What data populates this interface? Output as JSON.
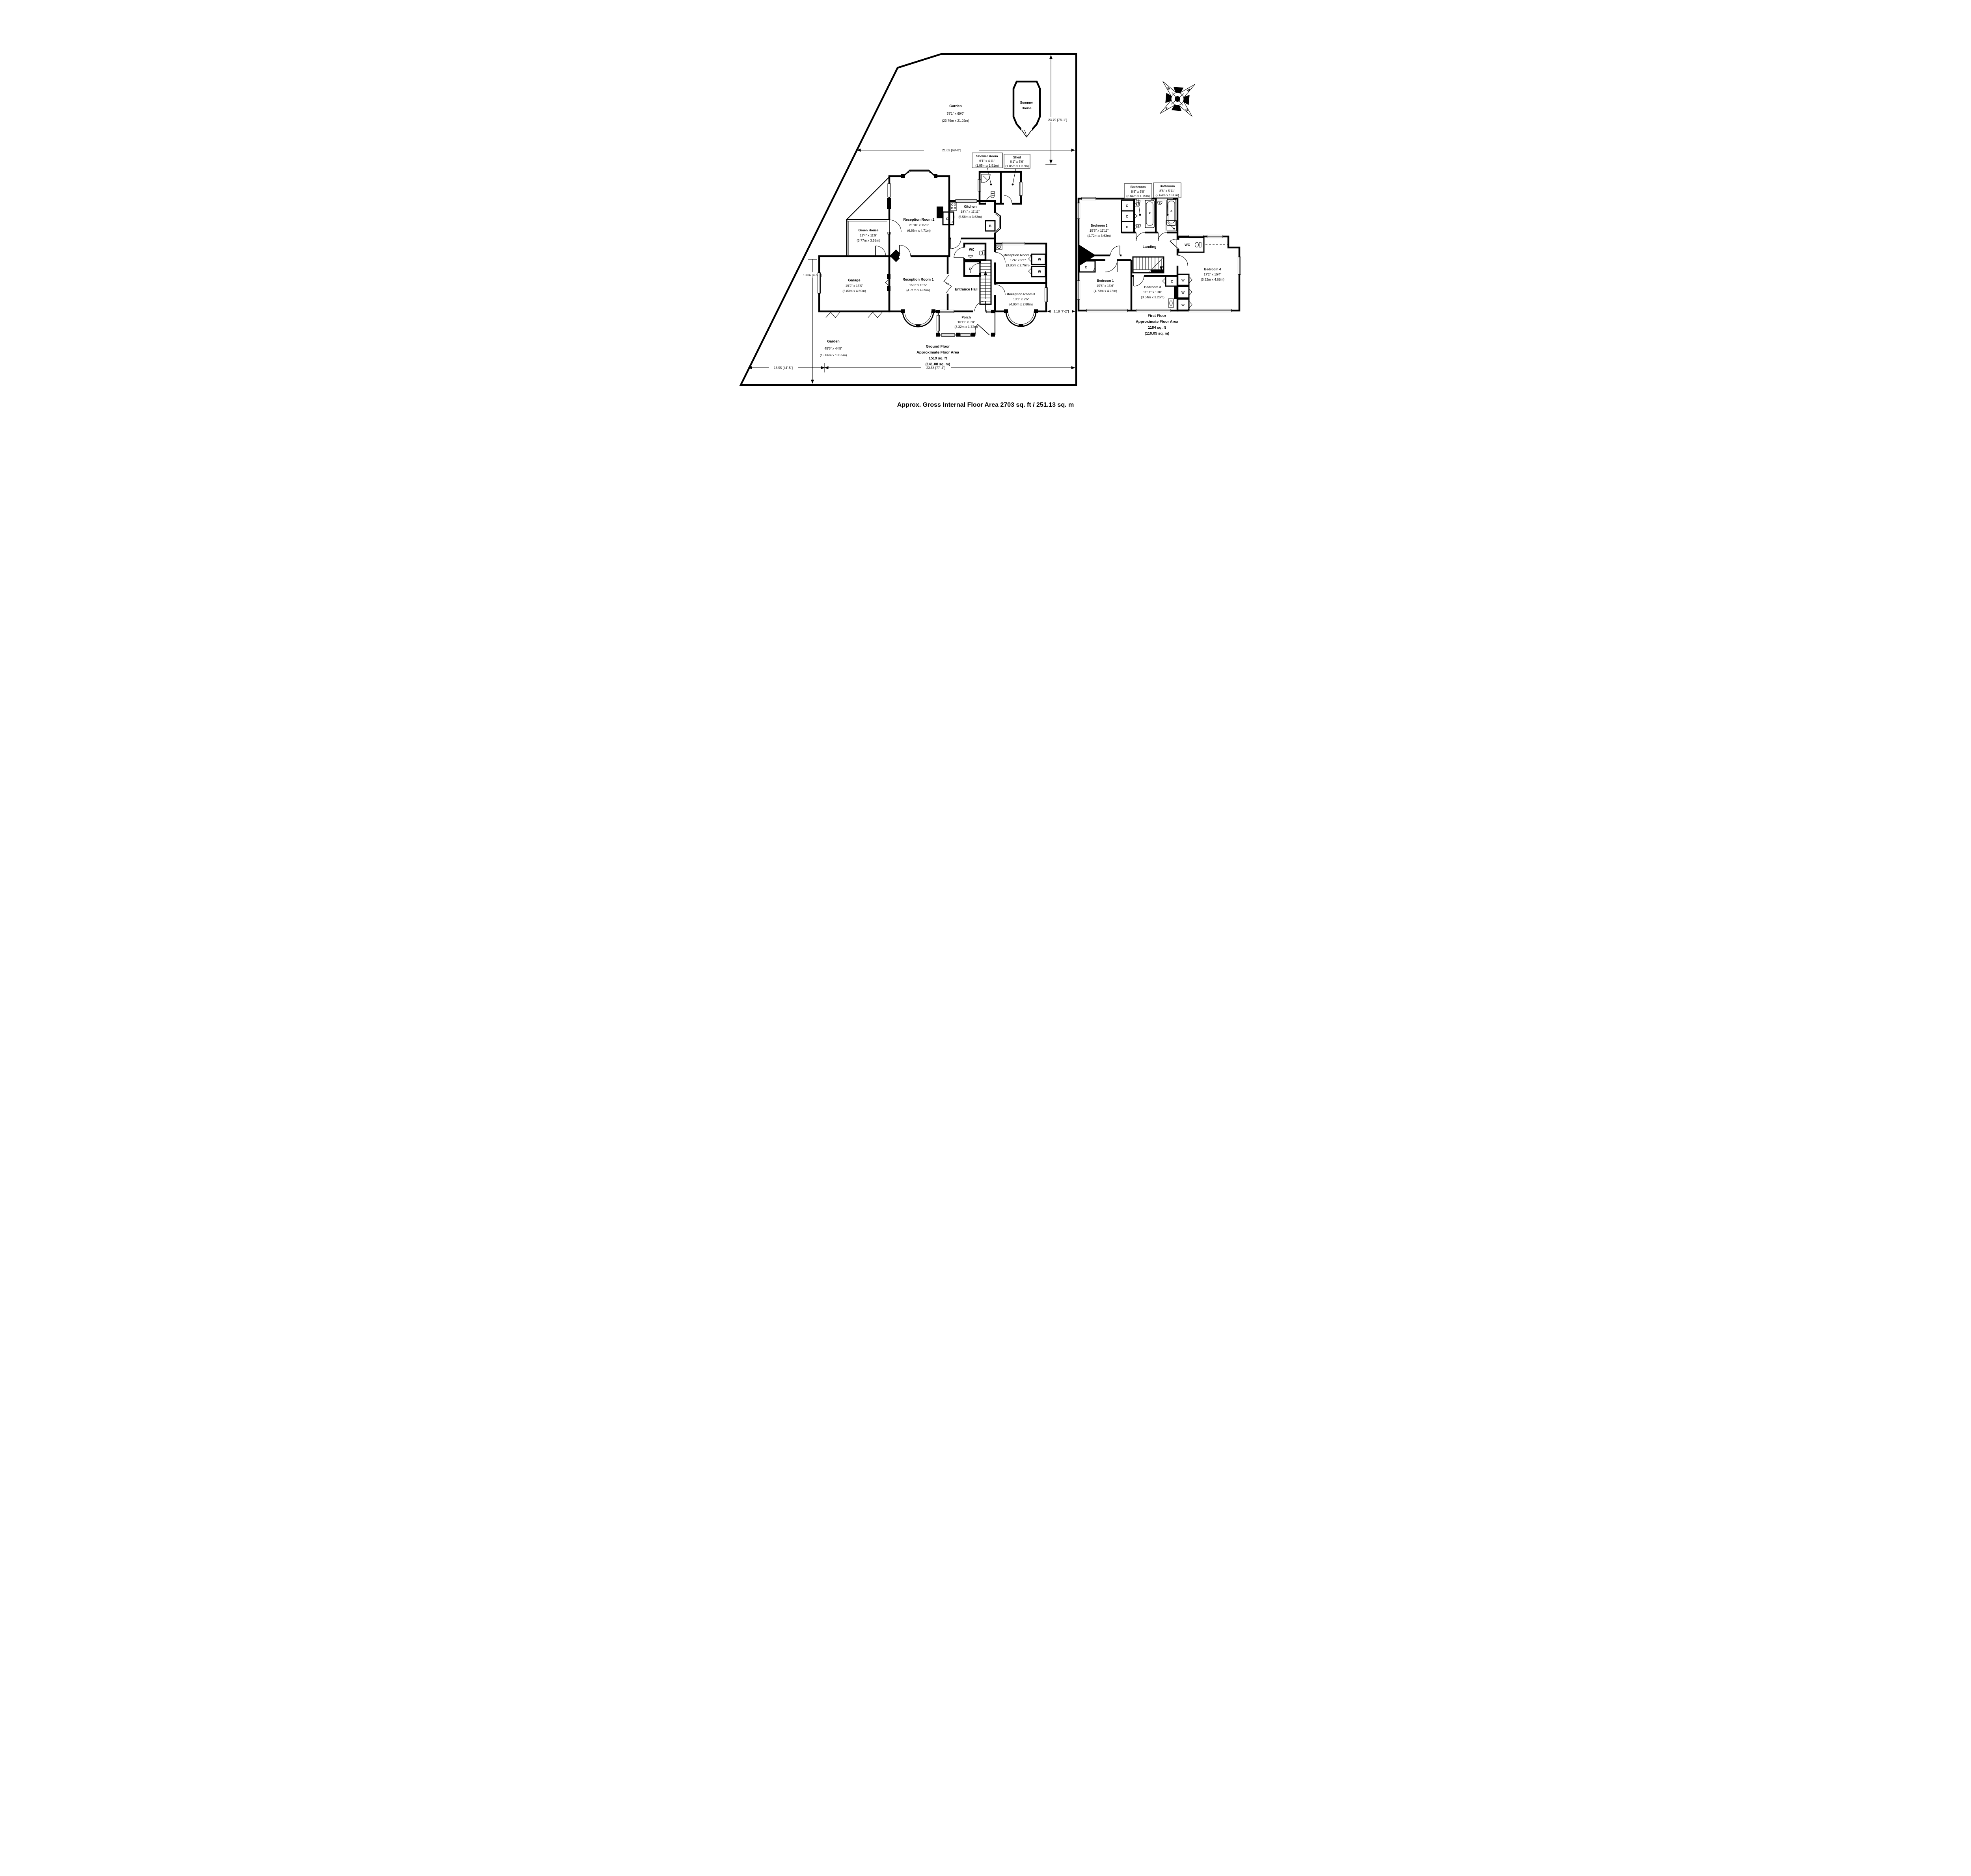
{
  "page": {
    "title": "Approx. Gross Internal Floor Area 2703 sq. ft / 251.13 sq. m"
  },
  "compass": {
    "n": "N",
    "e": "E",
    "s": "S",
    "w": "W"
  },
  "site": {
    "garden_rear": {
      "name": "Garden",
      "size_imperial": "78'1\" x 69'0\"",
      "size_metric": "(23.79m x 21.02m)"
    },
    "garden_front": {
      "name": "Garden",
      "size_imperial": "45'6\" x 44'5\"",
      "size_metric": "(13.86m x 13.55m)"
    },
    "summer_house": {
      "name_line1": "Summer",
      "name_line2": "House"
    },
    "dims": {
      "garden_width": "21.02 [69'-0\"]",
      "garden_depth": "23.79 [78'-1\"]",
      "front_depth": "13.86 [45'-6\"]",
      "front_width_left": "13.55 [44'-5\"]",
      "front_width_right": "23.58 [77'-4\"]",
      "side_gap": "2.18 [7'-2\"]"
    }
  },
  "ground_floor": {
    "summary": {
      "line1": "Ground Floor",
      "line2": "Approximate Floor Area",
      "line3": "1519 sq. ft",
      "line4": "(141.08 sq. m)"
    },
    "symbols": {
      "cupboard": "C",
      "boiler": "B",
      "wardrobe": "W"
    },
    "rooms": {
      "shower_room": {
        "name": "Shower Room",
        "size_imperial": "6'1\" x 4'11\"",
        "size_metric": "(1.85m x 1.51m)"
      },
      "shed": {
        "name": "Shed",
        "size_imperial": "6'1\" x 5'6\"",
        "size_metric": "(1.85m x 1.67m)"
      },
      "kitchen": {
        "name": "Kitchen",
        "size_imperial": "18'4\" x 11'11\"",
        "size_metric": "(5.58m x 3.63m)"
      },
      "reception_2": {
        "name": "Reception Room 2",
        "size_imperial": "21'10\" x 15'5\"",
        "size_metric": "(6.66m x 4.71m)"
      },
      "green_house": {
        "name": "Green House",
        "size_imperial": "12'4\" x 11'9\"",
        "size_metric": "(3.77m x 3.58m)"
      },
      "garage": {
        "name": "Garage",
        "size_imperial": "19'2\" x 15'5\"",
        "size_metric": "(5.83m x 4.69m)"
      },
      "reception_1": {
        "name": "Reception Room 1",
        "size_imperial": "15'5\" x 15'5\"",
        "size_metric": "(4.71m x 4.69m)"
      },
      "reception_4": {
        "name": "Reception Room 4",
        "size_imperial": "12'6\" x 9'1\"",
        "size_metric": "(3.80m x 2.76m)"
      },
      "reception_3": {
        "name": "Reception Room 3",
        "size_imperial": "13'1\" x 9'5\"",
        "size_metric": "(4.00m x 2.88m)"
      },
      "porch": {
        "name": "Porch",
        "size_imperial": "10'11\" x 5'8\"",
        "size_metric": "(3.32m x 1.72m)"
      },
      "entrance_hall": {
        "name": "Entrance Hall"
      },
      "wc": {
        "name": "WC"
      }
    }
  },
  "first_floor": {
    "summary": {
      "line1": "First Floor",
      "line2": "Approximate Floor Area",
      "line3": "1184 sq. ft",
      "line4": "(110.05 sq. m)"
    },
    "symbols": {
      "cupboard": "C",
      "wardrobe": "W"
    },
    "rooms": {
      "bathroom_1": {
        "name": "Bathroom",
        "size_imperial": "8'8\" x 5'9\"",
        "size_metric": "(2.64m x 1.75m)"
      },
      "bathroom_2": {
        "name": "Bathroom",
        "size_imperial": "8'8\" x 5'11\"",
        "size_metric": "(2.64m x 1.80m)"
      },
      "bedroom_2": {
        "name": "Bedroom 2",
        "size_imperial": "15'6\" x 11'11\"",
        "size_metric": "(4.72m x 3.63m)"
      },
      "bedroom_1": {
        "name": "Bedroom 1",
        "size_imperial": "15'6\" x 15'6\"",
        "size_metric": "(4.73m x 4.73m)"
      },
      "bedroom_3": {
        "name": "Bedroom 3",
        "size_imperial": "11'11\" x 10'8\"",
        "size_metric": "(3.64m x 3.26m)"
      },
      "bedroom_4": {
        "name": "Bedroom 4",
        "size_imperial": "17'2\" x 15'4\"",
        "size_metric": "(5.22m x 4.68m)"
      },
      "landing": {
        "name": "Landing"
      },
      "wc": {
        "name": "WC"
      }
    }
  }
}
